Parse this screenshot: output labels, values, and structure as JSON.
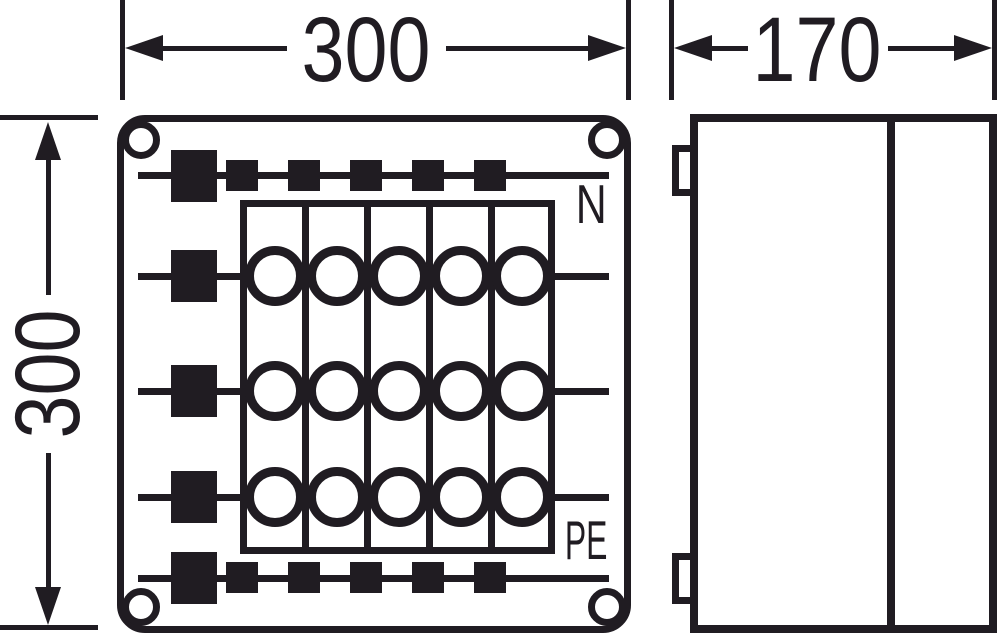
{
  "colors": {
    "ink": "#201c22",
    "paper": "#ffffff"
  },
  "dimensions": {
    "front_width": "300",
    "front_height": "300",
    "side_depth": "170"
  },
  "front_view": {
    "neutral_bus_label": "N",
    "pe_bus_label": "PE"
  }
}
